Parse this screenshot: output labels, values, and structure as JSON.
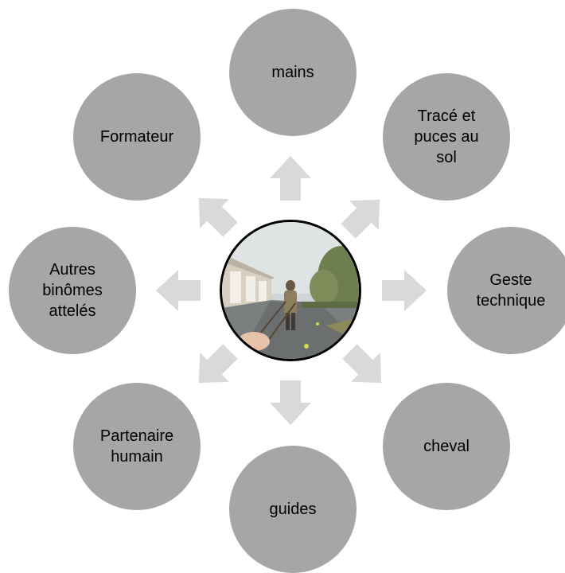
{
  "nodes": [
    {
      "id": "mains",
      "label": "mains"
    },
    {
      "id": "trace",
      "label": "Tracé et\npuces au\nsol"
    },
    {
      "id": "geste",
      "label": "Geste\ntechnique"
    },
    {
      "id": "cheval",
      "label": "cheval"
    },
    {
      "id": "guides",
      "label": "guides"
    },
    {
      "id": "partenaire",
      "label": "Partenaire\nhumain"
    },
    {
      "id": "autres",
      "label": "Autres\nbinômes\nattelés"
    },
    {
      "id": "formateur",
      "label": "Formateur"
    }
  ],
  "colors": {
    "node_fill": "#a6a6a6",
    "arrow_fill": "#d9d9d9",
    "center_border": "#000000"
  },
  "center_image": {
    "description_icon": "photo-driving-horse"
  }
}
